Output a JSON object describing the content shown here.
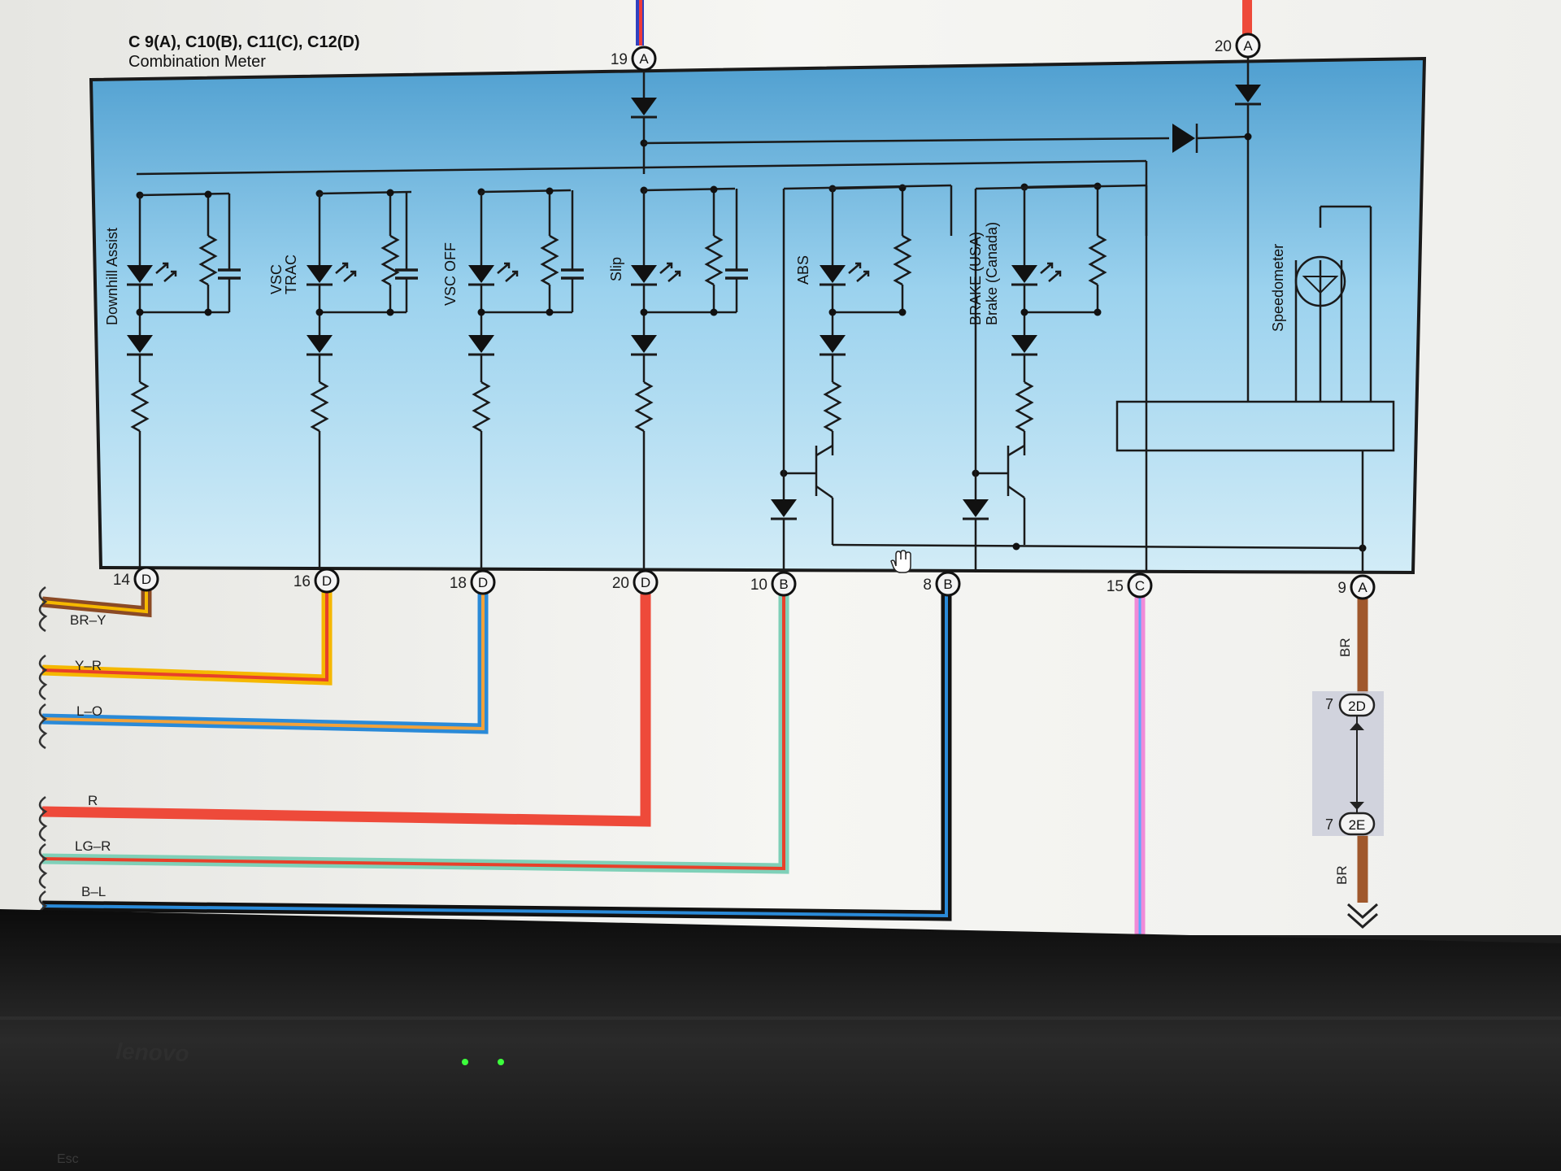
{
  "header": {
    "connector_ids": "C 9(A), C10(B), C11(C), C12(D)",
    "component": "Combination Meter"
  },
  "indicators": [
    {
      "label": "Downhill Assist"
    },
    {
      "label": "VSC",
      "label2": "TRAC"
    },
    {
      "label": "VSC OFF"
    },
    {
      "label": "Slip"
    },
    {
      "label": "ABS"
    },
    {
      "label": "BRAKE (USA)",
      "label2": "Brake (Canada)"
    }
  ],
  "gauge": {
    "label": "Speedometer"
  },
  "top_pins": [
    {
      "num": "19",
      "conn": "A"
    },
    {
      "num": "20",
      "conn": "A"
    }
  ],
  "bottom_pins": [
    {
      "num": "14",
      "conn": "D"
    },
    {
      "num": "16",
      "conn": "D"
    },
    {
      "num": "18",
      "conn": "D"
    },
    {
      "num": "20",
      "conn": "D"
    },
    {
      "num": "10",
      "conn": "B"
    },
    {
      "num": "8",
      "conn": "B"
    },
    {
      "num": "15",
      "conn": "C"
    },
    {
      "num": "9",
      "conn": "A"
    }
  ],
  "wires": [
    {
      "color_code": "BR–Y",
      "primary": "#8b4a25",
      "stripe": "#f5b800"
    },
    {
      "color_code": "Y–R",
      "primary": "#f5b800",
      "stripe": "#e8402a"
    },
    {
      "color_code": "L–O",
      "primary": "#2a8ad8",
      "stripe": "#f2a23a"
    },
    {
      "color_code": "R",
      "primary": "#ee4a3a",
      "stripe": "#ee4a3a"
    },
    {
      "color_code": "LG–R",
      "primary": "#7fd0b8",
      "stripe": "#e8402a"
    },
    {
      "color_code": "B–L",
      "primary": "#111111",
      "stripe": "#2a8ad8"
    },
    {
      "color_code": "",
      "primary": "#f08ad8",
      "stripe": "#5aa8ff"
    }
  ],
  "ground_wire": {
    "color_code": "BR",
    "color_code_lower": "BR",
    "primary": "#a0582c"
  },
  "junction": {
    "upper": {
      "num": "7",
      "conn": "2D"
    },
    "lower": {
      "num": "7",
      "conn": "2E"
    }
  },
  "colors": {
    "meter_fill": "#9fd3ec",
    "paper": "#f2f2ef",
    "bezel": "#1a1a1a",
    "led_green": "#3cff3c"
  },
  "bezel": {
    "brand": "lenovo",
    "key_label": "Esc"
  }
}
